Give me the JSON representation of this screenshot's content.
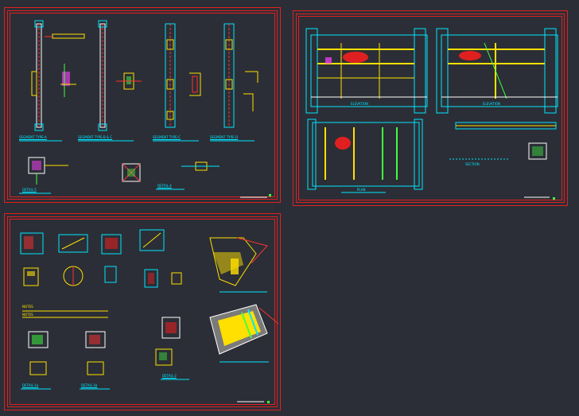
{
  "colors": {
    "background": "#2b2e36",
    "border": "#e02020",
    "cyan": "#00e5ff",
    "yellow": "#ffe000",
    "red": "#ff3030",
    "green": "#40ff40",
    "white": "#ffffff",
    "magenta": "#ff40ff"
  },
  "sheet1": {
    "labels": {
      "segment_a": "SEGMENT TYPE-A",
      "segment_b": "SEGMENT TYPE-B & C",
      "segment_c": "SEGMENT TYPE-C",
      "segment_d": "SEGMENT TYPE-D",
      "detail_5": "DETAIL-5",
      "detail_4": "DETAIL-4"
    }
  },
  "sheet2": {
    "labels": {
      "elev_left": "ELEVATION",
      "elev_right": "ELEVATION",
      "plan_bottom": "PLAN",
      "section_right": "SECTION"
    }
  },
  "sheet3": {
    "labels": {
      "detail_1a": "DETAIL-1a",
      "detail_1b": "DETAIL-1b",
      "detail_2": "DETAIL-2",
      "note_line1": "NOTES",
      "note_line2": "NOTES"
    }
  }
}
